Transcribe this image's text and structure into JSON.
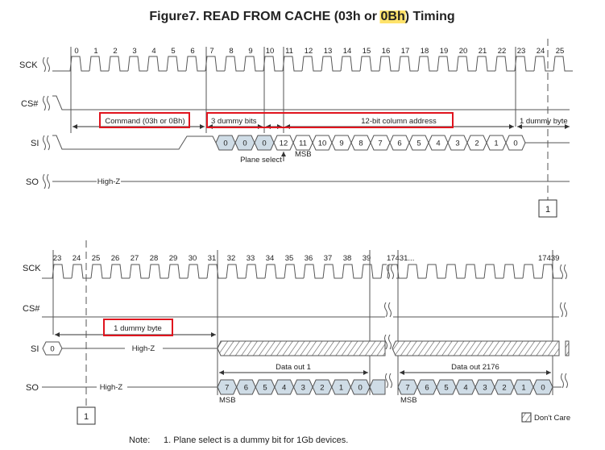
{
  "title": {
    "prefix": "Figure7. READ FROM CACHE (03h or ",
    "highlight": "0Bh",
    "suffix": ") Timing"
  },
  "colors": {
    "shaded_bit": "#cfdce6",
    "red_box": "#e0141e",
    "highlight": "#ffe36b",
    "line": "#555555"
  },
  "top": {
    "signals": {
      "sck": "SCK",
      "cs": "CS#",
      "si": "SI",
      "so": "SO"
    },
    "clock_labels": [
      "0",
      "1",
      "2",
      "3",
      "4",
      "5",
      "6",
      "7",
      "8",
      "9",
      "10",
      "11",
      "12",
      "13",
      "14",
      "15",
      "16",
      "17",
      "18",
      "19",
      "20",
      "21",
      "22",
      "23",
      "24",
      "25"
    ],
    "command_label": "Command (03h or 0Bh)",
    "dummy_bits_label": "3 dummy bits",
    "column_address_label": "12-bit column address",
    "dummy_byte_label": "1 dummy byte",
    "dummy_bits": [
      "0",
      "0",
      "0"
    ],
    "address_bits": [
      "12",
      "11",
      "10",
      "9",
      "8",
      "7",
      "6",
      "5",
      "4",
      "3",
      "2",
      "1",
      "0"
    ],
    "plane_select_label": "Plane select",
    "msb_label": "MSB",
    "so_state": "High-Z",
    "note_marker": "1"
  },
  "bottom": {
    "signals": {
      "sck": "SCK",
      "cs": "CS#",
      "si": "SI",
      "so": "SO"
    },
    "clock_labels_a": [
      "23",
      "24",
      "25",
      "26",
      "27",
      "28",
      "29",
      "30",
      "31",
      "32",
      "33",
      "34",
      "35",
      "36",
      "37",
      "38",
      "39"
    ],
    "clock_label_b_start": "17431...",
    "clock_label_b_end": "17439",
    "dummy_byte_label": "1 dummy byte",
    "si_first_bit": "0",
    "si_state": "High-Z",
    "so_state": "High-Z",
    "data_out_1_label": "Data out 1",
    "data_out_2_label": "Data out 2176",
    "data_bits": [
      "7",
      "6",
      "5",
      "4",
      "3",
      "2",
      "1",
      "0"
    ],
    "msb_label": "MSB",
    "note_marker": "1",
    "legend_label": "Don't Care"
  },
  "note": {
    "heading": "Note:",
    "text": "1. Plane select is a dummy bit for 1Gb devices."
  }
}
